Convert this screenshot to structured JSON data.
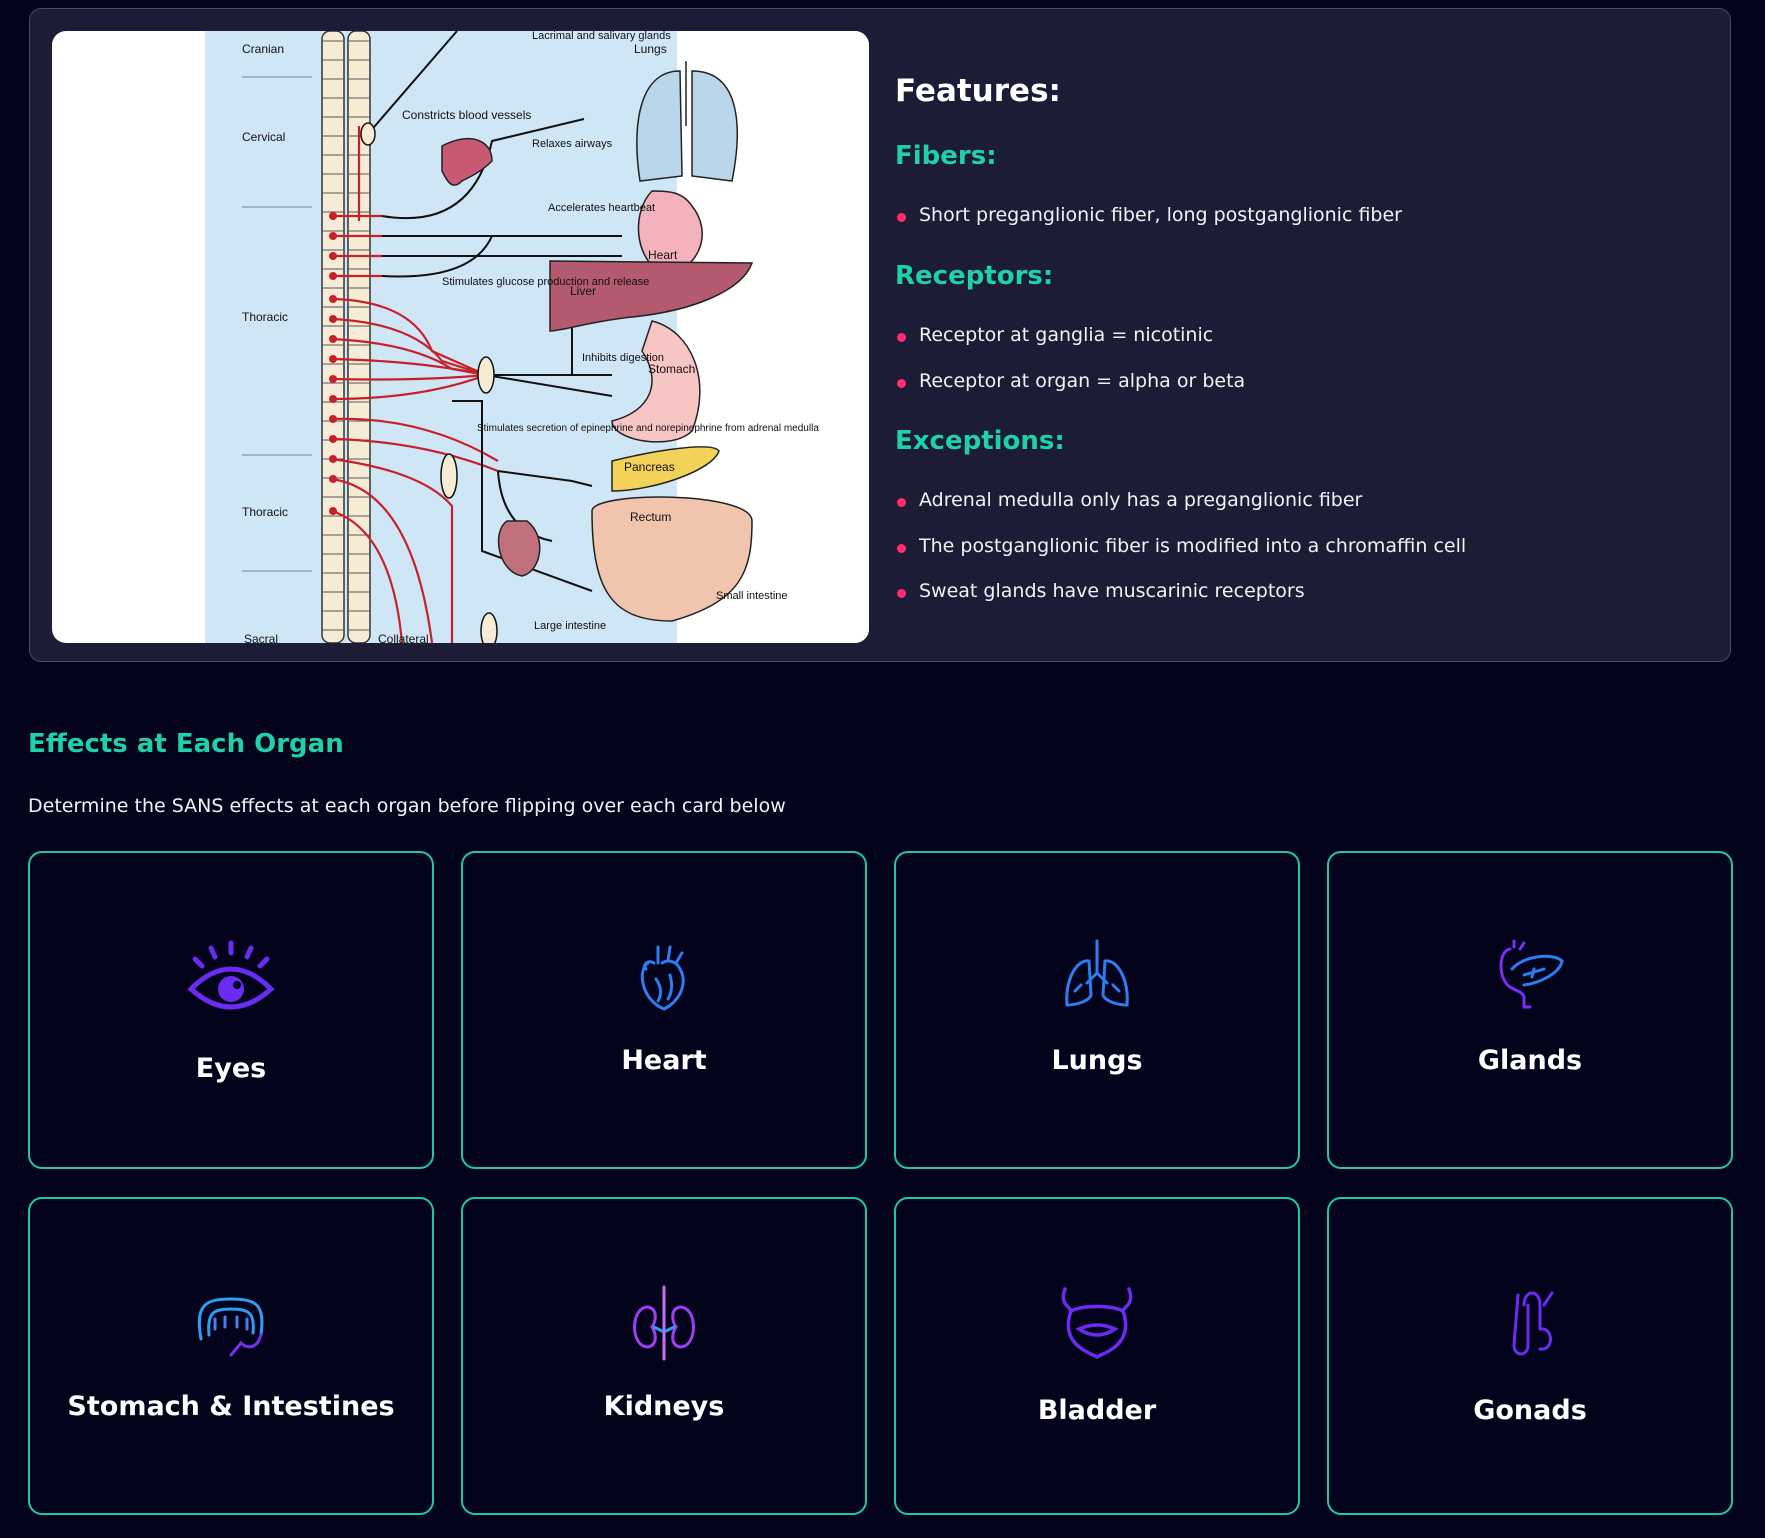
{
  "diagram": {
    "labels": {
      "cranian": "Cranian",
      "cervical": "Cervical",
      "thoracic_1": "Thoracic",
      "thoracic_2": "Thoracic",
      "sacral": "Sacral",
      "collateral": "Collateral",
      "lacrimal": "Lacrimal and salivary glands",
      "lungs": "Lungs",
      "constricts": "Constricts blood vessels",
      "relaxes": "Relaxes airways",
      "accelerates": "Accelerates heartbeat",
      "heart": "Heart",
      "glucose": "Stimulates glucose production and release",
      "liver": "Liver",
      "inhibits": "Inhibits digestion",
      "stomach": "Stomach",
      "adrenal": "Stimulates secretion of epinephrine and norepinephrine from adrenal medulla",
      "pancreas": "Pancreas",
      "rectum": "Rectum",
      "small_intestine": "Small intestine",
      "large_intestine": "Large intestine"
    }
  },
  "features": {
    "title": "Features:",
    "fibers": {
      "heading": "Fibers:",
      "items": [
        "Short preganglionic fiber, long postganglionic fiber"
      ]
    },
    "receptors": {
      "heading": "Receptors:",
      "items": [
        "Receptor at ganglia = nicotinic",
        "Receptor at organ = alpha or beta"
      ]
    },
    "exceptions": {
      "heading": "Exceptions:",
      "items": [
        "Adrenal medulla only has a preganglionic fiber",
        "The postganglionic fiber is modified into a chromaffin cell",
        "Sweat glands have muscarinic receptors"
      ]
    }
  },
  "effects": {
    "title": "Effects at Each Organ",
    "description": "Determine the SANS effects at each organ before flipping over each card below",
    "cards": [
      {
        "label": "Eyes",
        "icon": "eye-icon"
      },
      {
        "label": "Heart",
        "icon": "heart-organ-icon"
      },
      {
        "label": "Lungs",
        "icon": "lungs-icon"
      },
      {
        "label": "Glands",
        "icon": "pancreas-gland-icon"
      },
      {
        "label": "Stomach & Intestines",
        "icon": "intestines-icon"
      },
      {
        "label": "Kidneys",
        "icon": "kidneys-icon"
      },
      {
        "label": "Bladder",
        "icon": "bladder-icon"
      },
      {
        "label": "Gonads",
        "icon": "gonads-icon"
      }
    ]
  },
  "colors": {
    "background": "#03041c",
    "panel": "#1c1c36",
    "accent_teal": "#1fd0a8",
    "bullet_pink": "#ff2e6e",
    "icon_purple": "#6a2cf0",
    "icon_blue": "#2e7cf0"
  }
}
